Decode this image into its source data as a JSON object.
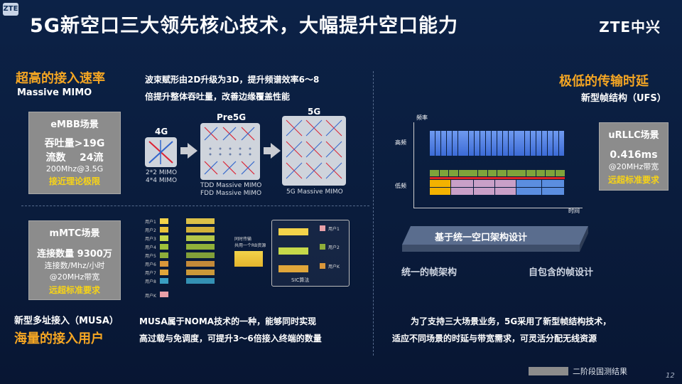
{
  "header": {
    "title": "5G新空口三大领先核心技术，大幅提升空口能力",
    "brand": "ZTE中兴",
    "logo": "ZTE"
  },
  "embb": {
    "heading": "超高的接入速率",
    "subheading": "Massive MIMO",
    "box_title": "eMBB场景",
    "line1": "吞吐量>19G",
    "line2": "流数    24流",
    "line3": "200Mhz@3.5G",
    "line4": "接近理论极限",
    "desc1": "波束赋形由2D升级为3D，提升频谱效率6～8",
    "desc2": "倍提升整体吞吐量，改善边缘覆盖性能",
    "lbl_4g": "4G",
    "lbl_pre5g": "Pre5G",
    "lbl_5g": "5G",
    "sub_4g_1": "2*2 MIMO",
    "sub_4g_2": "4*4 MIMO",
    "sub_pre_1": "TDD Massive MIMO",
    "sub_pre_2": "FDD Massive MIMO",
    "sub_5g": "5G Massive MIMO"
  },
  "urllc": {
    "heading": "极低的传输时延",
    "subheading": "新型帧结构（UFS）",
    "box_title": "uRLLC场景",
    "line1": "0.416ms",
    "line2": "@20MHz带宽",
    "line3": "远超标准要求",
    "axis_y": "频率",
    "axis_x": "时间",
    "high": "高频",
    "low": "低频",
    "platform": "基于统一空口架构设计",
    "lbl_left": "统一的帧架构",
    "lbl_right": "自包含的帧设计",
    "desc1": "为了支持三大场景业务，5G采用了新型帧结构技术，",
    "desc2": "适应不同场景的时延与带宽需求，可灵活分配无线资源"
  },
  "mmtc": {
    "box_title": "mMTC场景",
    "line1": "连接数量 9300万",
    "line2": "连接数/Mhz/小时",
    "line3": "@20MHz带宽",
    "line4": "远超标准要求",
    "heading1": "新型多址接入（MUSA）",
    "heading2": "海量的接入用户",
    "desc1": "MUSA属于NOMA技术的一种，能够同时实现",
    "desc2": "高过载与免调度，可提升3～6倍接入终端的数量",
    "users": [
      "用户1",
      "用户2",
      "用户3",
      "用户4",
      "用户5",
      "用户6",
      "用户7",
      "用户8"
    ],
    "user_last": "用户K",
    "mux": "同时传输\n共用一个RB资源",
    "sic": "SIC算法",
    "out_users": [
      "用户1",
      "用户2",
      "用户K"
    ]
  },
  "footer": {
    "legend": "二阶段国测结果",
    "page": "12"
  }
}
